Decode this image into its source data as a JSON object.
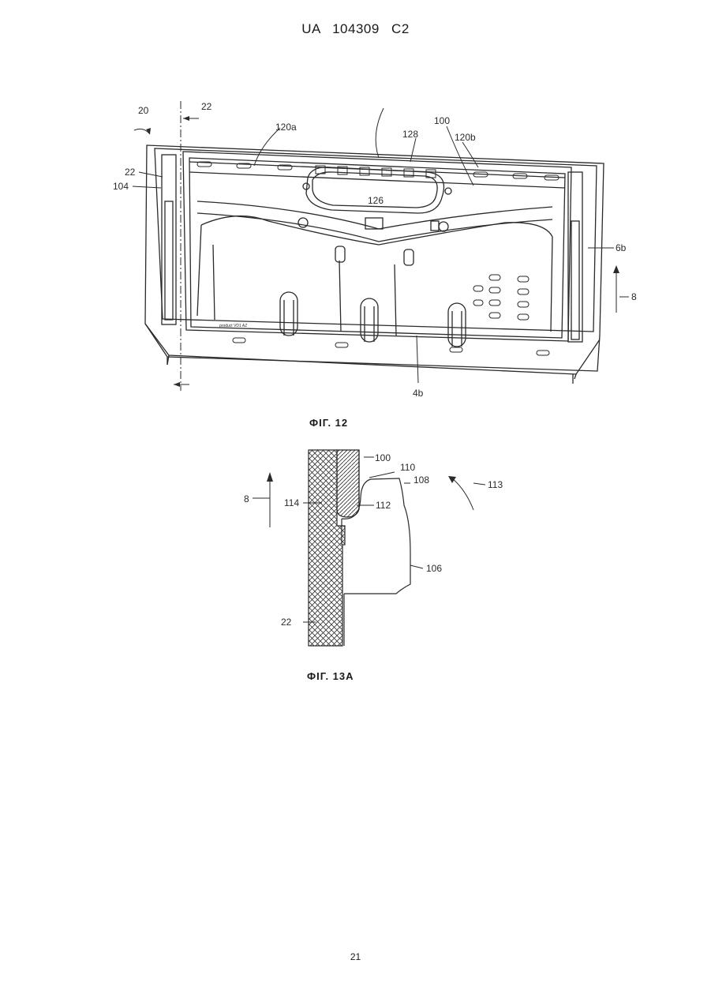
{
  "header": {
    "publication_number": "UA   104309   C2"
  },
  "figures": [
    {
      "caption": "ФІГ. 12",
      "labels": {
        "l20": "20",
        "l22_top": "22",
        "l120a": "120a",
        "l100": "100",
        "l128": "128",
        "l120b": "120b",
        "l22_left": "22",
        "l104": "104",
        "l126": "126",
        "l6b": "6b",
        "l8": "8",
        "l4b": "4b",
        "stamp": "product VD1 AZ"
      }
    },
    {
      "caption": "ФІГ. 13А",
      "labels": {
        "l100": "100",
        "l110": "110",
        "l108": "108",
        "l113": "113",
        "l8": "8",
        "l114": "114",
        "l112": "112",
        "l106": "106",
        "l22": "22"
      }
    }
  ],
  "footer": {
    "page_number": "21"
  }
}
